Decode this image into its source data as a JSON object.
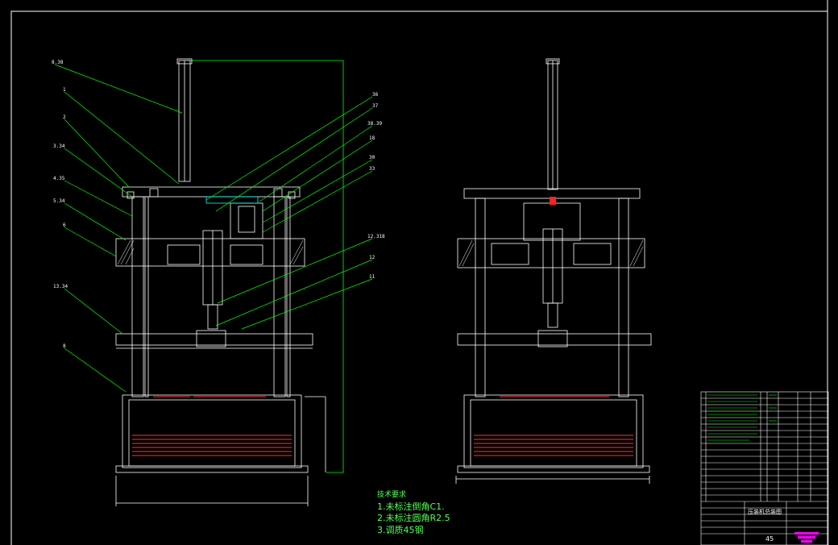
{
  "drawing": {
    "background": "#000000",
    "line_color": "#ffffff",
    "leader_color": "#00ff00",
    "hatch_color": "#ff3333",
    "accent_color": "#ff00ff",
    "cyan_color": "#00ffff"
  },
  "callouts": [
    {
      "id": "c1",
      "text": "8.38"
    },
    {
      "id": "c2",
      "text": "1"
    },
    {
      "id": "c3",
      "text": "2"
    },
    {
      "id": "c4",
      "text": "3.34"
    },
    {
      "id": "c5",
      "text": "4.35"
    },
    {
      "id": "c6",
      "text": "5.34"
    },
    {
      "id": "c7",
      "text": "6"
    },
    {
      "id": "c8",
      "text": "13.34"
    },
    {
      "id": "c9",
      "text": "8"
    },
    {
      "id": "c10",
      "text": "36"
    },
    {
      "id": "c11",
      "text": "37"
    },
    {
      "id": "c12",
      "text": "38.39"
    },
    {
      "id": "c13",
      "text": "18"
    },
    {
      "id": "c14",
      "text": "30"
    },
    {
      "id": "c15",
      "text": "33"
    },
    {
      "id": "c16",
      "text": "12.318"
    },
    {
      "id": "c17",
      "text": "12"
    },
    {
      "id": "c18",
      "text": "11"
    }
  ],
  "notes": {
    "heading": "技术要求",
    "items": [
      "1.未标注倒角C1.",
      "2.未标注圆角R2.5",
      "3.调质45钢"
    ]
  },
  "title_block": {
    "title": "压装机总装图",
    "sheet_number": "45"
  }
}
